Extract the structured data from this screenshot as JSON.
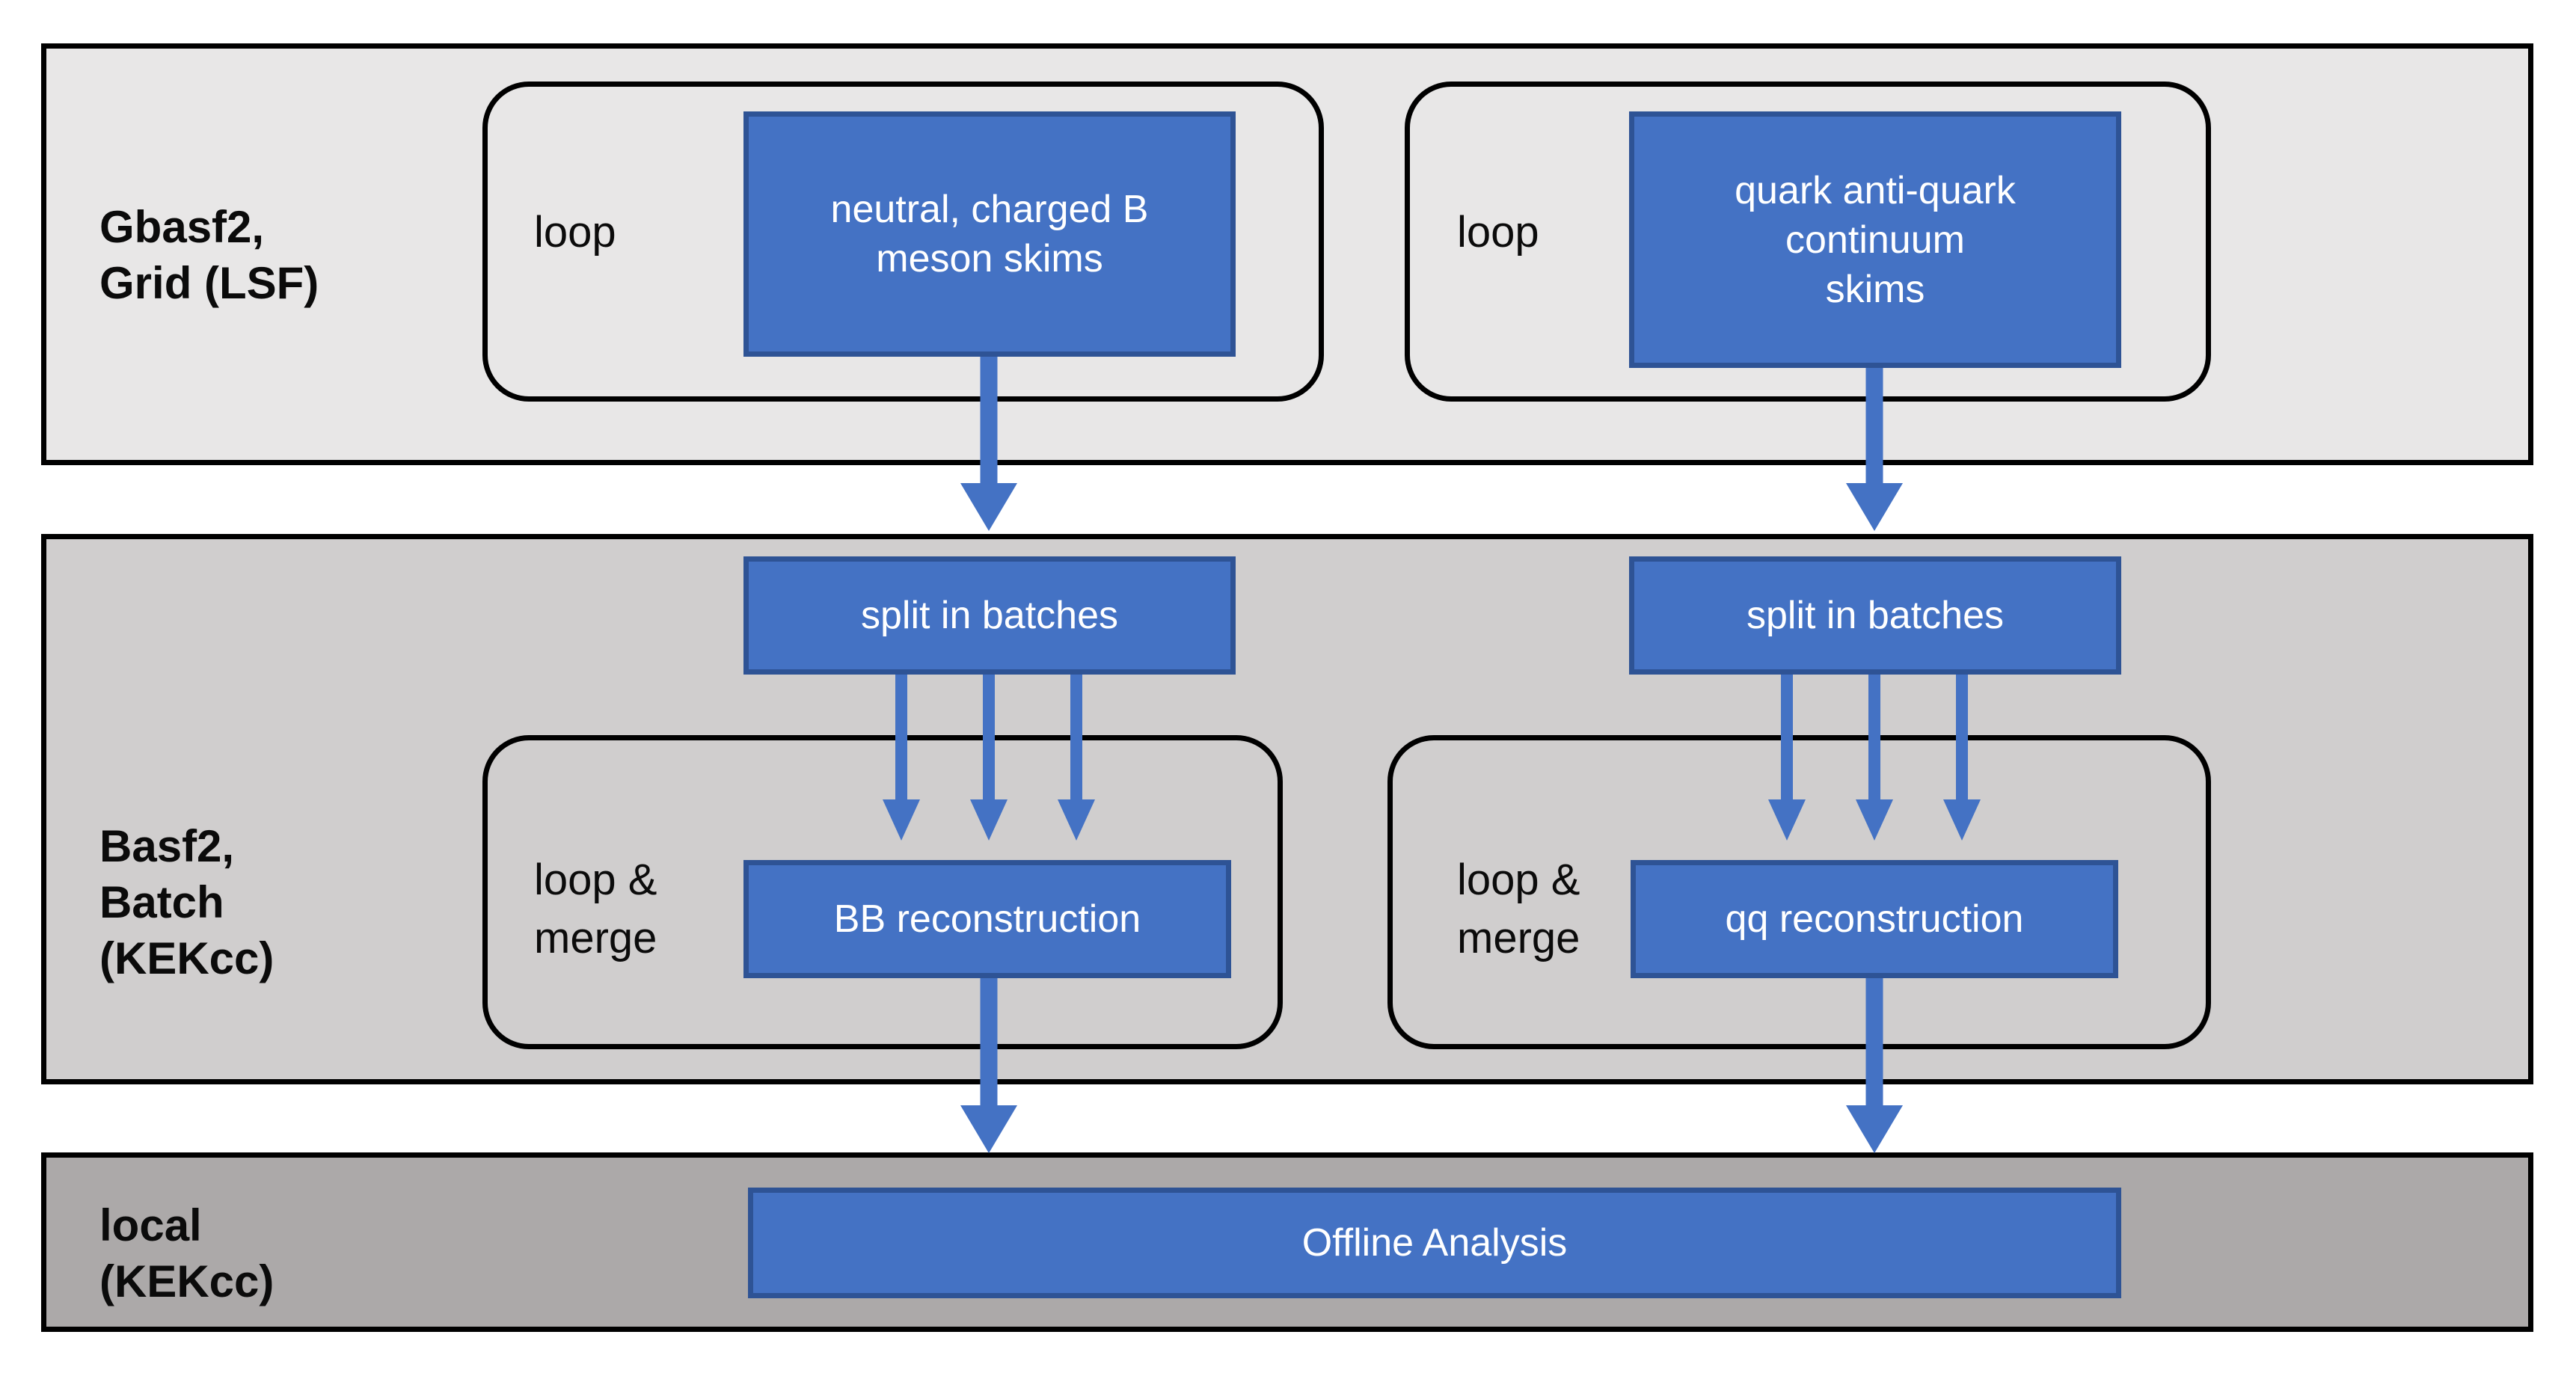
{
  "colors": {
    "box_fill": "#4472C4",
    "box_border": "#2E5395",
    "arrow": "#4472C4",
    "band_grid_bg": "#E8E7E7",
    "band_batch_bg": "#D0CECE",
    "band_local_bg": "#ACA9A9",
    "outline": "#000000"
  },
  "bands": {
    "grid": {
      "label_line1": "Gbasf2,",
      "label_line2": "Grid (LSF)"
    },
    "batch": {
      "label_line1": "Basf2,",
      "label_line2": "Batch",
      "label_line3": "(KEKcc)"
    },
    "local": {
      "label_line1": "local",
      "label_line2": "(KEKcc)"
    }
  },
  "nodes": {
    "loop_left": "loop",
    "loop_right": "loop",
    "skim_b_line1": "neutral, charged B",
    "skim_b_line2": "meson skims",
    "skim_q_line1": "quark anti-quark",
    "skim_q_line2": "continuum",
    "skim_q_line3": "skims",
    "split_left": "split in batches",
    "split_right": "split in batches",
    "loop_merge_left_line1": "loop &",
    "loop_merge_left_line2": "merge",
    "loop_merge_right_line1": "loop &",
    "loop_merge_right_line2": "merge",
    "reco_b": "BB reconstruction",
    "reco_q": "qq reconstruction",
    "offline": "Offline Analysis"
  }
}
